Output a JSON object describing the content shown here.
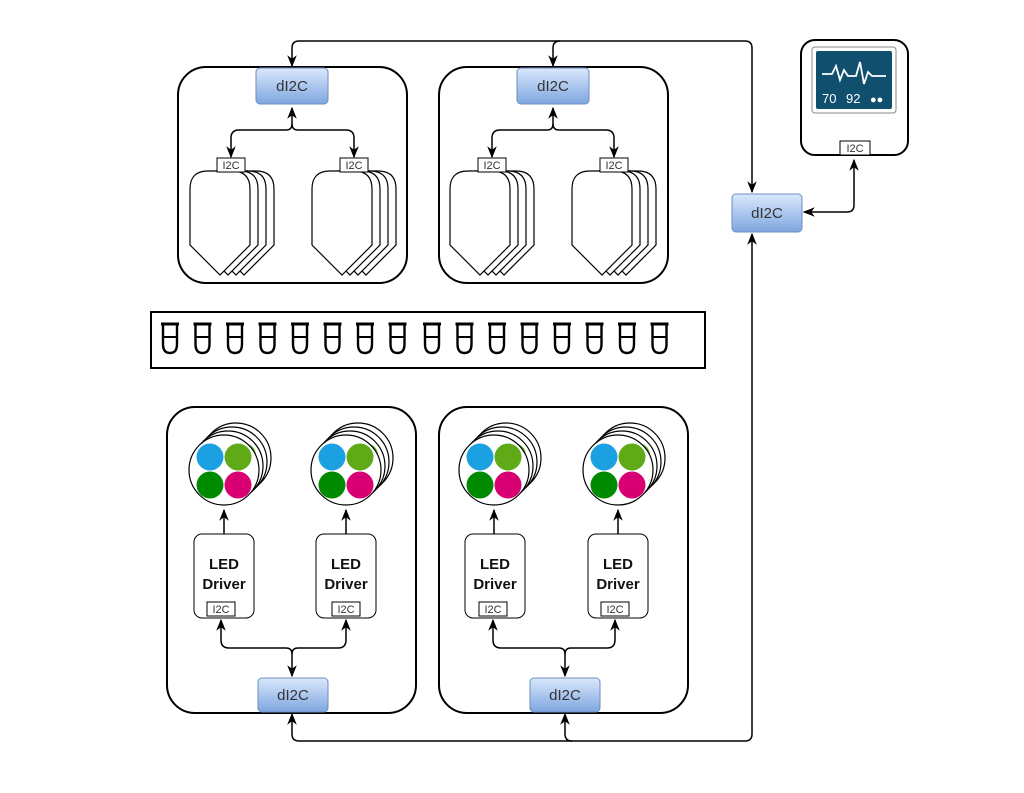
{
  "labels": {
    "di2c": "dI2C",
    "i2c": "I2C",
    "led_line1": "LED",
    "led_line2": "Driver",
    "monitor_value1": "70",
    "monitor_value2": "92",
    "monitor_dots": "●●"
  },
  "colors": {
    "di2c_fill_top": "#dae8fc",
    "di2c_fill_bottom": "#7ea6e0",
    "di2c_stroke": "#6c8ebf",
    "monitor_screen": "#10506e",
    "led_blue": "#1ba1e2",
    "led_green_light": "#60a917",
    "led_green_dark": "#008a00",
    "led_magenta": "#d80073"
  }
}
